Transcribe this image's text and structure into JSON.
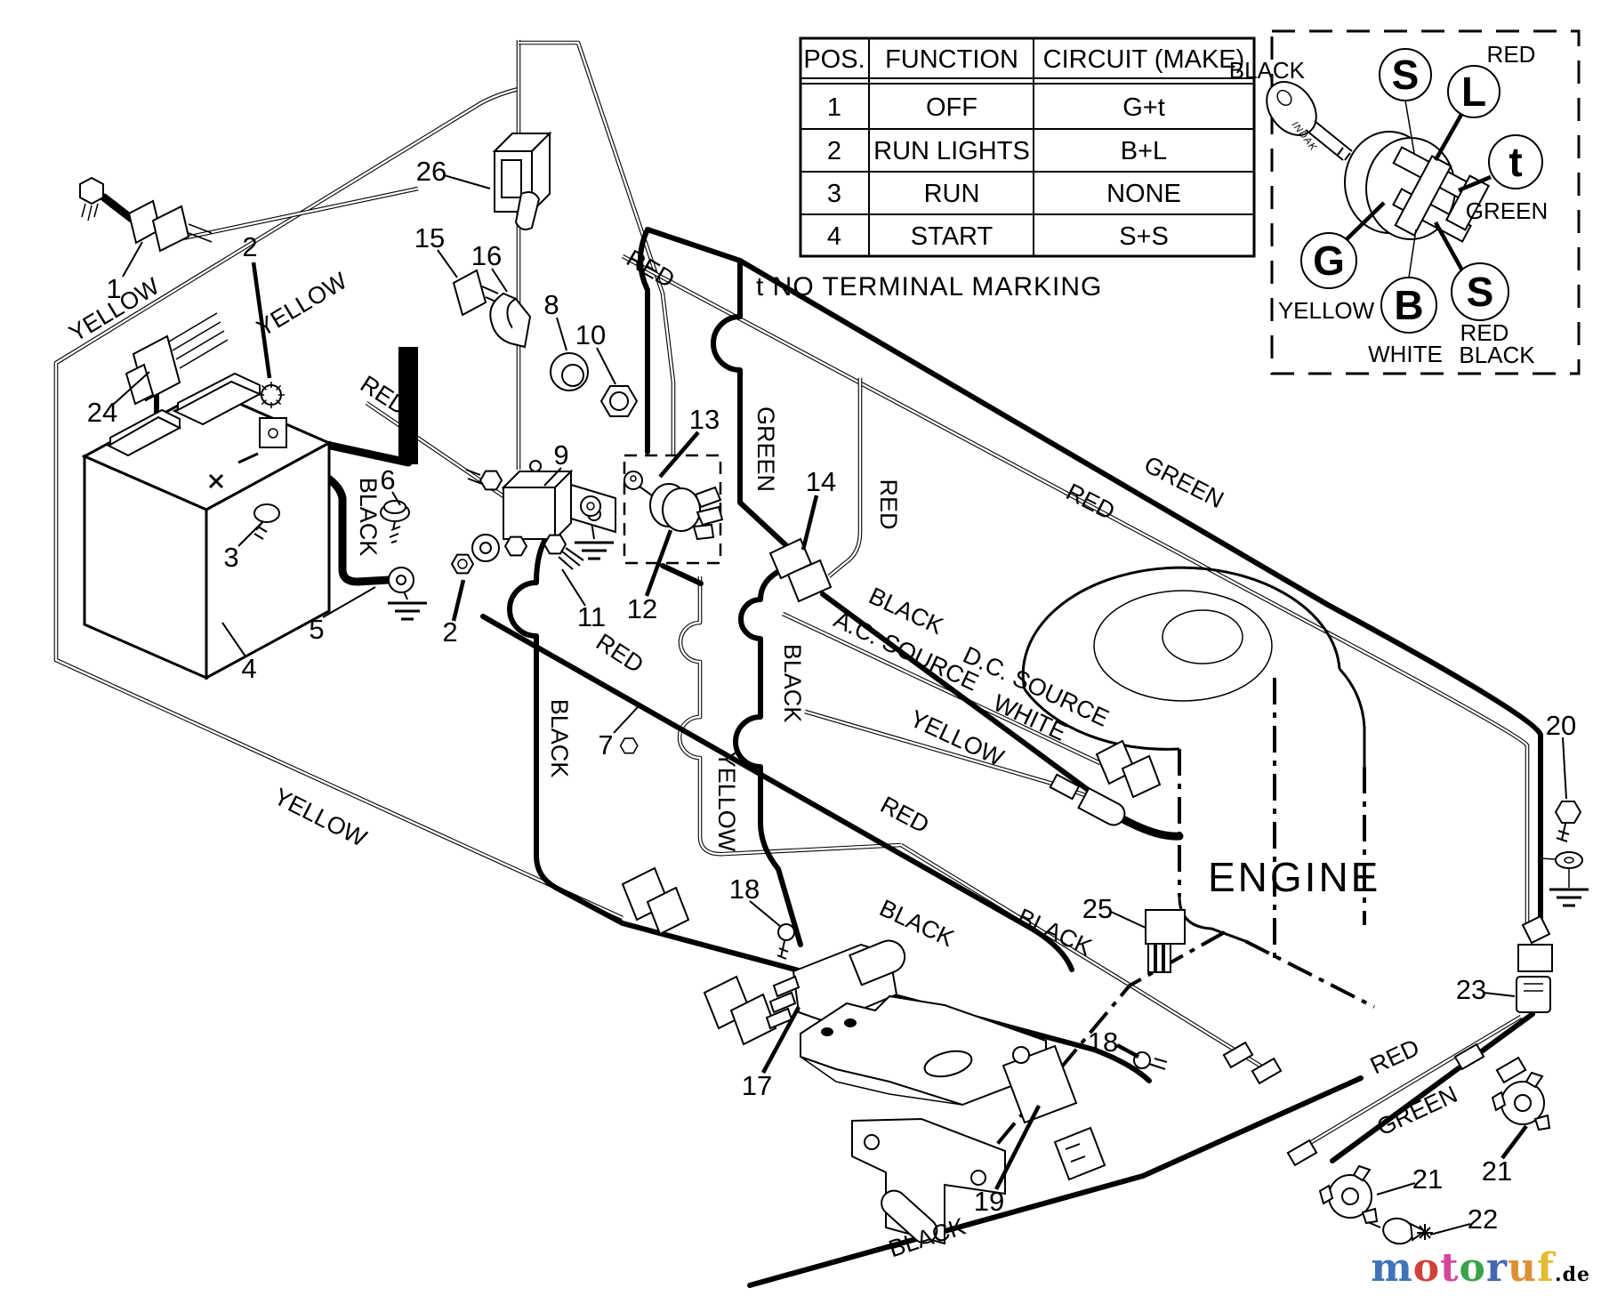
{
  "table": {
    "headers": [
      "POS.",
      "FUNCTION",
      "CIRCUIT  (MAKE)"
    ],
    "rows": [
      [
        "1",
        "OFF",
        "G+t"
      ],
      [
        "2",
        "RUN LIGHTS",
        "B+L"
      ],
      [
        "3",
        "RUN",
        "NONE"
      ],
      [
        "4",
        "START",
        "S+S"
      ]
    ],
    "footnote": "t  NO TERMINAL MARKING"
  },
  "key_detail": {
    "key_brand": "INDAK",
    "terminals": {
      "s": "S",
      "l": "L",
      "t": "t",
      "g": "G",
      "b": "B"
    }
  },
  "wire_labels": {
    "yellow": "YELLOW",
    "red": "RED",
    "black": "BLACK",
    "green": "GREEN",
    "white": "WHITE",
    "ac": "A.C. SOURCE",
    "dc": "D.C. SOURCE"
  },
  "engine_label": "ENGINE",
  "part_numbers": {
    "1": "1",
    "2": "2",
    "3": "3",
    "4": "4",
    "5": "5",
    "6": "6",
    "7": "7",
    "8": "8",
    "9": "9",
    "10": "10",
    "11": "11",
    "12": "12",
    "13": "13",
    "14": "14",
    "15": "15",
    "16": "16",
    "17": "17",
    "18": "18",
    "19": "19",
    "20": "20",
    "21": "21",
    "22": "22",
    "23": "23",
    "24": "24",
    "25": "25",
    "26": "26"
  },
  "watermark": {
    "letters": [
      {
        "ch": "m",
        "color": "#4073b8"
      },
      {
        "ch": "o",
        "color": "#d04038"
      },
      {
        "ch": "t",
        "color": "#d6459c"
      },
      {
        "ch": "o",
        "color": "#3aa348"
      },
      {
        "ch": "r",
        "color": "#4467b0"
      },
      {
        "ch": "u",
        "color": "#df8f35"
      },
      {
        "ch": "f",
        "color": "#e3bb30"
      }
    ],
    "suffix": ".de"
  }
}
